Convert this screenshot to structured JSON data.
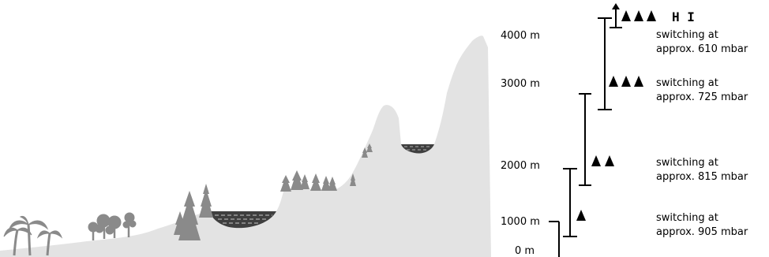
{
  "altitude_labels": [
    "4000 m",
    "3000 m",
    "2000 m",
    "1000 m",
    "0 m"
  ],
  "stages": [
    {
      "note_line1": "switching at",
      "note_line2": "approx. 610 mbar"
    },
    {
      "note_line1": "switching at",
      "note_line2": "approx. 725 mbar"
    },
    {
      "note_line1": "switching at",
      "note_line2": "approx. 815 mbar"
    },
    {
      "note_line1": "switching at",
      "note_line2": "approx. 905 mbar"
    }
  ],
  "top_symbol_text": "H I",
  "colors": {
    "terrain": "#e3e3e3",
    "trees": "#8a8a8a",
    "lake": "#3f3f3f",
    "bars": "#000000"
  }
}
